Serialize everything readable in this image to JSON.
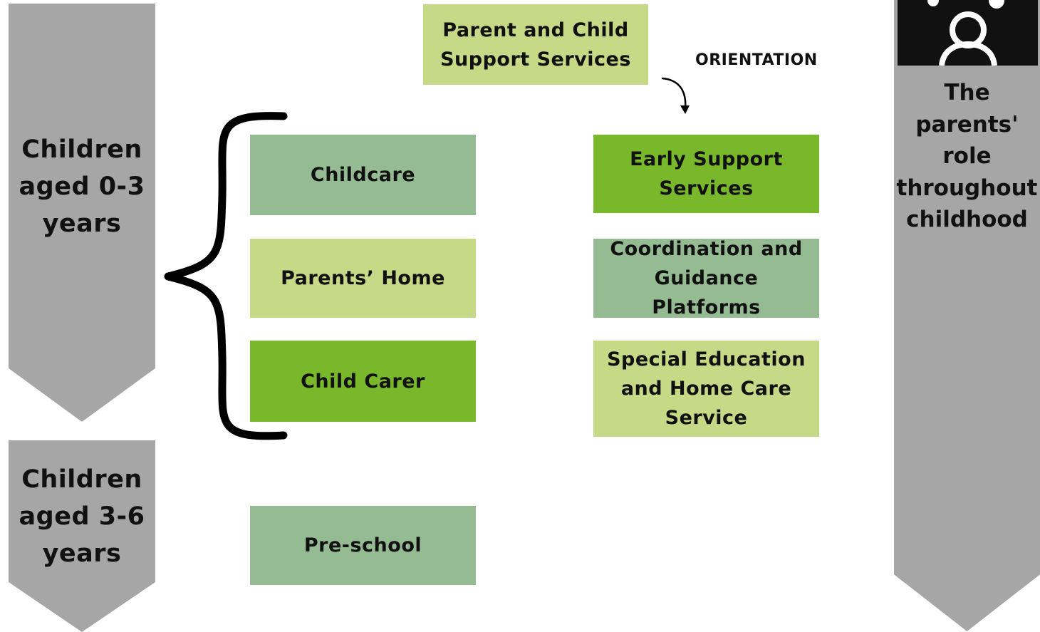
{
  "age_groups": [
    {
      "label": "Children aged 0-3 years"
    },
    {
      "label": "Children aged 3-6 years"
    }
  ],
  "top_box": {
    "label": "Parent and Child Support Services"
  },
  "orientation_label": "ORIENTATION",
  "care_settings": [
    {
      "label": "Childcare"
    },
    {
      "label": "Parents’ Home"
    },
    {
      "label": "Child Carer"
    }
  ],
  "preschool": {
    "label": "Pre-school"
  },
  "support_services": [
    {
      "label": "Early Support Services"
    },
    {
      "label": "Coordination and Guidance Platforms"
    },
    {
      "label": "Special Education and Home Care Service"
    }
  ],
  "parents_role": {
    "label": "The parents' role throughout childhood",
    "icon": "parents-icon"
  },
  "colors": {
    "arrow_gray": "#a6a6a6",
    "light_green": "#c5d986",
    "sage_green": "#95bb93",
    "bright_green": "#78b82a"
  }
}
